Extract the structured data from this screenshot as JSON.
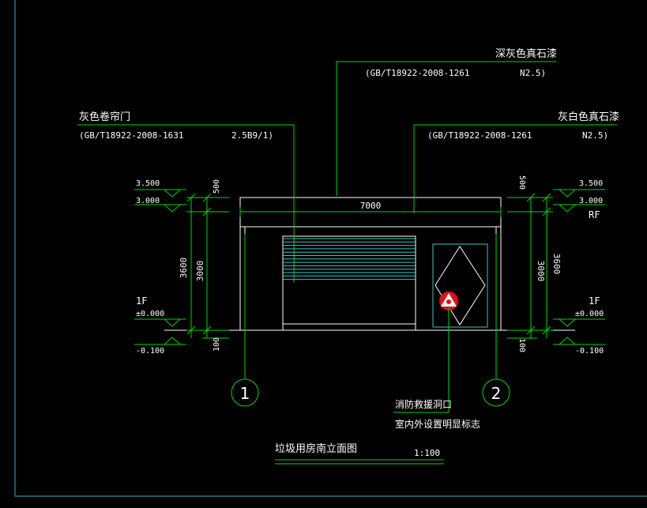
{
  "callouts": {
    "dark_grey_stone": "深灰色真石漆",
    "dark_grey_ref": "(GB/T18922-2008-1261",
    "dark_grey_code": "N2.5)",
    "grey_shutter": "灰色卷帘门",
    "grey_shutter_ref": "(GB/T18922-2008-1631",
    "grey_shutter_code": "2.5B9/1)",
    "off_white_stone": "灰白色真石漆",
    "off_white_ref": "(GB/T18922-2008-1261",
    "off_white_code": "N2.5)"
  },
  "dimensions": {
    "width": "7000",
    "left_500": "500",
    "left_3600": "3600",
    "left_3000": "3000",
    "left_100": "100",
    "right_500": "500",
    "right_3000": "3000",
    "right_3600": "3600",
    "right_100": "100"
  },
  "levels": {
    "left_top": "3.500",
    "left_roof": "3.000",
    "left_floor_name": "1F",
    "left_floor": "±0.000",
    "left_ground": "-0.100",
    "right_top": "3.500",
    "right_roof": "3.000",
    "right_roof_name": "RF",
    "right_floor_name": "1F",
    "right_floor": "±0.000",
    "right_ground": "-0.100"
  },
  "axes": {
    "axis_1": "1",
    "axis_2": "2"
  },
  "fire_note": {
    "line1": "消防救援洞口",
    "line2": "室内外设置明显标志"
  },
  "drawing_title": {
    "name": "垃圾用房南立面图",
    "scale": "1:100"
  },
  "colors": {
    "background": "#000000",
    "dimension_green": "#00d800",
    "outline_white": "#ffffff",
    "shutter_cyan": "#35c8c8",
    "frame_cyan": "#2fb5c7",
    "fire_sign_red": "#e01010"
  }
}
